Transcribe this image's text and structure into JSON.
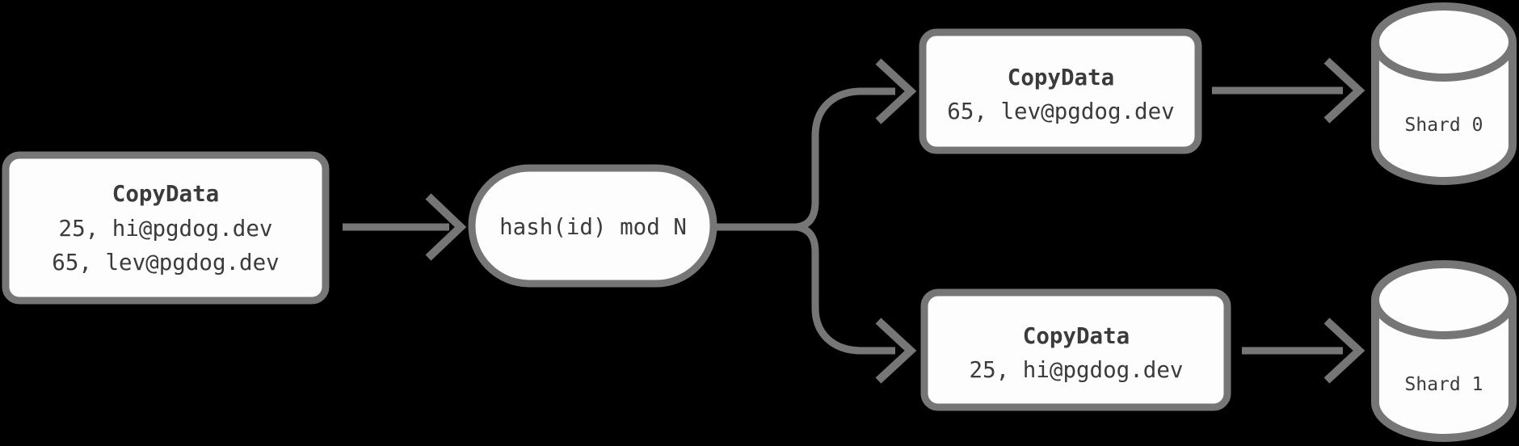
{
  "colors": {
    "background": "#000000",
    "stroke": "#767676",
    "node_fill": "#fdfdfd",
    "text": "#3b3b3b"
  },
  "diagram": {
    "source_box": {
      "title": "CopyData",
      "rows": [
        "25, hi@pgdog.dev",
        "65, lev@pgdog.dev"
      ]
    },
    "hash_node": {
      "label": "hash(id) mod N"
    },
    "branches": [
      {
        "copy_box": {
          "title": "CopyData",
          "rows": [
            "65, lev@pgdog.dev"
          ]
        },
        "shard": {
          "label": "Shard 0"
        }
      },
      {
        "copy_box": {
          "title": "CopyData",
          "rows": [
            "25, hi@pgdog.dev"
          ]
        },
        "shard": {
          "label": "Shard 1"
        }
      }
    ]
  }
}
